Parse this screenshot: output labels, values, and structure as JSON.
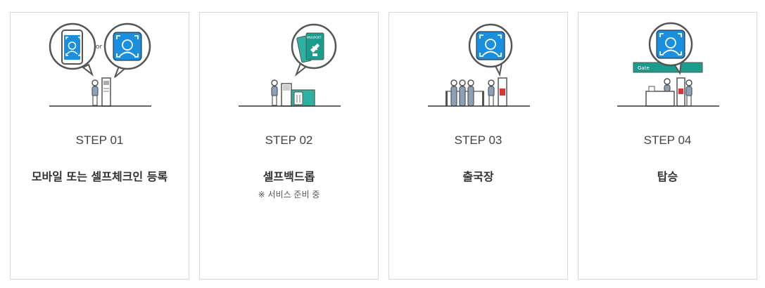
{
  "steps": [
    {
      "label": "STEP 01",
      "title": "모바일 또는 셀프체크인 등록",
      "icons": [
        "smartphone-face-scan-icon",
        "face-scan-icon",
        "kiosk-icon",
        "person-icon"
      ],
      "or_text": "or"
    },
    {
      "label": "STEP 02",
      "title": "셀프백드롭",
      "note": "※ 서비스 준비 중",
      "icons": [
        "passport-ticket-icon",
        "bag-drop-machine-icon",
        "person-icon"
      ],
      "passport_text": "PASSPORT"
    },
    {
      "label": "STEP 03",
      "title": "출국장",
      "icons": [
        "face-scan-icon",
        "gate-icon",
        "queue-icon"
      ]
    },
    {
      "label": "STEP 04",
      "title": "탑승",
      "icons": [
        "face-scan-icon",
        "gate-sign-icon",
        "boarding-desk-icon"
      ],
      "gate_text": "Gate"
    }
  ],
  "colors": {
    "accent_blue": "#1a8fe0",
    "teal": "#1b9d8e",
    "outline": "#555555",
    "border": "#d8d8d8"
  }
}
